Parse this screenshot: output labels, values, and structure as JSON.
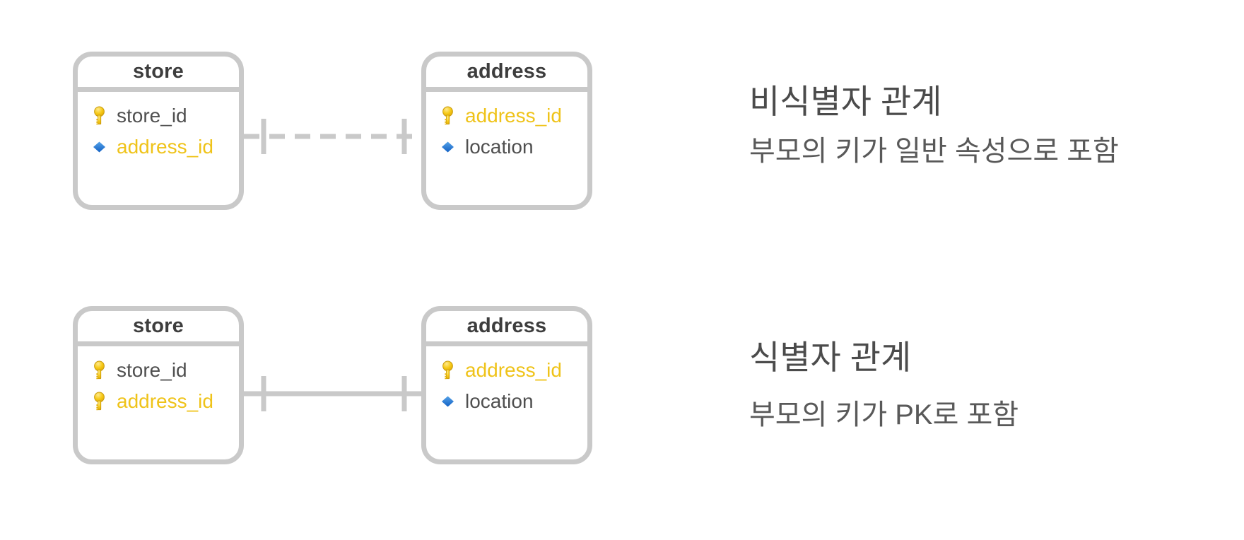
{
  "page": {
    "background": "#ffffff"
  },
  "colors": {
    "box_border": "#c9c9c9",
    "entity_title": "#3d3d3d",
    "attribute_text": "#4f4f4f",
    "highlight_text": "#efc319",
    "caption_title": "#4b4b4b",
    "caption_subtitle": "#595959",
    "key_icon_gold": "#f2c511",
    "diamond_icon_blue": "#1f6fd0",
    "connector_gray": "#c9c9c9"
  },
  "diagrams": [
    {
      "caption": {
        "title": "비식별자 관계",
        "subtitle": "부모의 키가 일반 속성으로 포함"
      },
      "connector": {
        "style": "dashed",
        "left_cardinality": "one",
        "right_cardinality": "one"
      },
      "entities": [
        {
          "name": "store",
          "attributes": [
            {
              "icon": "key-icon",
              "label": "store_id",
              "highlighted": false
            },
            {
              "icon": "diamond-icon",
              "label": "address_id",
              "highlighted": true
            }
          ]
        },
        {
          "name": "address",
          "attributes": [
            {
              "icon": "key-icon",
              "label": "address_id",
              "highlighted": true
            },
            {
              "icon": "diamond-icon",
              "label": "location",
              "highlighted": false
            }
          ]
        }
      ]
    },
    {
      "caption": {
        "title": "식별자 관계",
        "subtitle": "부모의 키가 PK로 포함"
      },
      "connector": {
        "style": "solid",
        "left_cardinality": "one",
        "right_cardinality": "one"
      },
      "entities": [
        {
          "name": "store",
          "attributes": [
            {
              "icon": "key-icon",
              "label": "store_id",
              "highlighted": false
            },
            {
              "icon": "key-icon",
              "label": "address_id",
              "highlighted": true
            }
          ]
        },
        {
          "name": "address",
          "attributes": [
            {
              "icon": "key-icon",
              "label": "address_id",
              "highlighted": true
            },
            {
              "icon": "diamond-icon",
              "label": "location",
              "highlighted": false
            }
          ]
        }
      ]
    }
  ]
}
